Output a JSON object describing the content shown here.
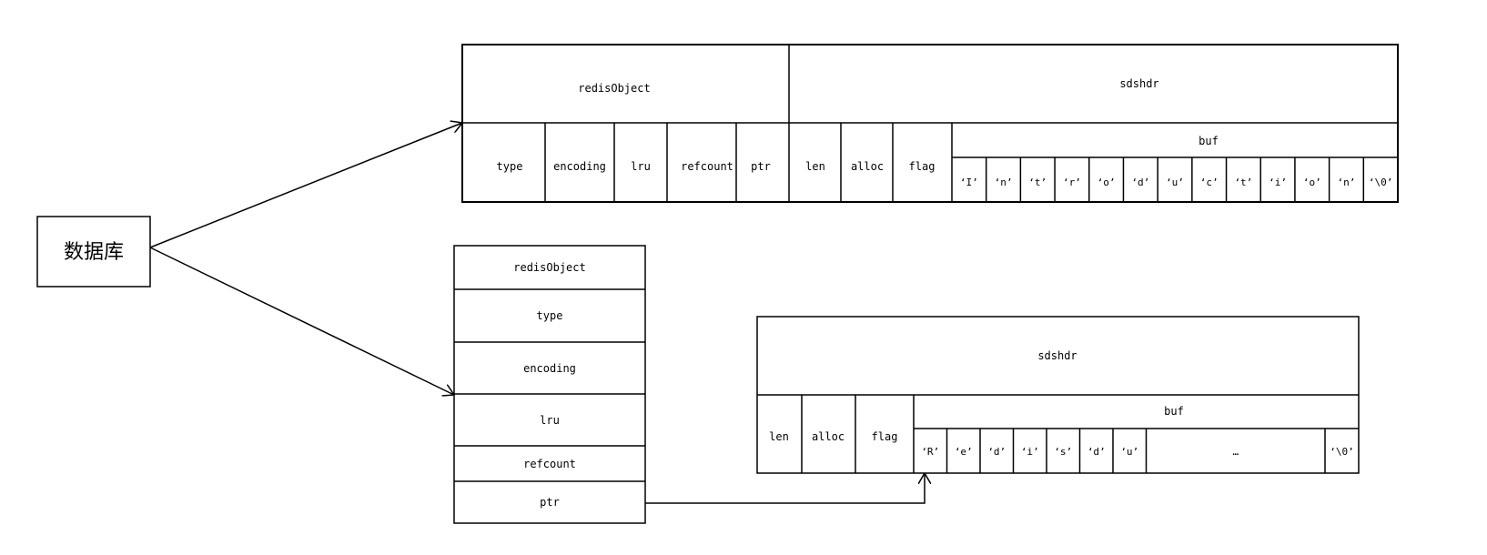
{
  "database_label": "数据库",
  "embstr": {
    "redis_object_header": "redisObject",
    "sdshdr_header": "sdshdr",
    "fields": {
      "type": "type",
      "encoding": "encoding",
      "lru": "lru",
      "refcount": "refcount",
      "ptr": "ptr",
      "len": "len",
      "alloc": "alloc",
      "flag": "flag"
    },
    "buf_label": "buf",
    "buf_chars": [
      "‘I’",
      "‘n’",
      "‘t’",
      "‘r’",
      "‘o’",
      "‘d’",
      "‘u’",
      "‘c’",
      "‘t’",
      "‘i’",
      "‘o’",
      "‘n’",
      "‘\\0’"
    ]
  },
  "raw": {
    "redis_object_fields": {
      "header": "redisObject",
      "type": "type",
      "encoding": "encoding",
      "lru": "lru",
      "refcount": "refcount",
      "ptr": "ptr"
    },
    "sdshdr_header": "sdshdr",
    "sdshdr_fields": {
      "len": "len",
      "alloc": "alloc",
      "flag": "flag"
    },
    "buf_label": "buf",
    "buf_chars": [
      "‘R’",
      "‘e’",
      "‘d’",
      "‘i’",
      "‘s’",
      "‘d’",
      "‘u’"
    ],
    "ellipsis": "…",
    "terminator": "‘\\0’"
  }
}
